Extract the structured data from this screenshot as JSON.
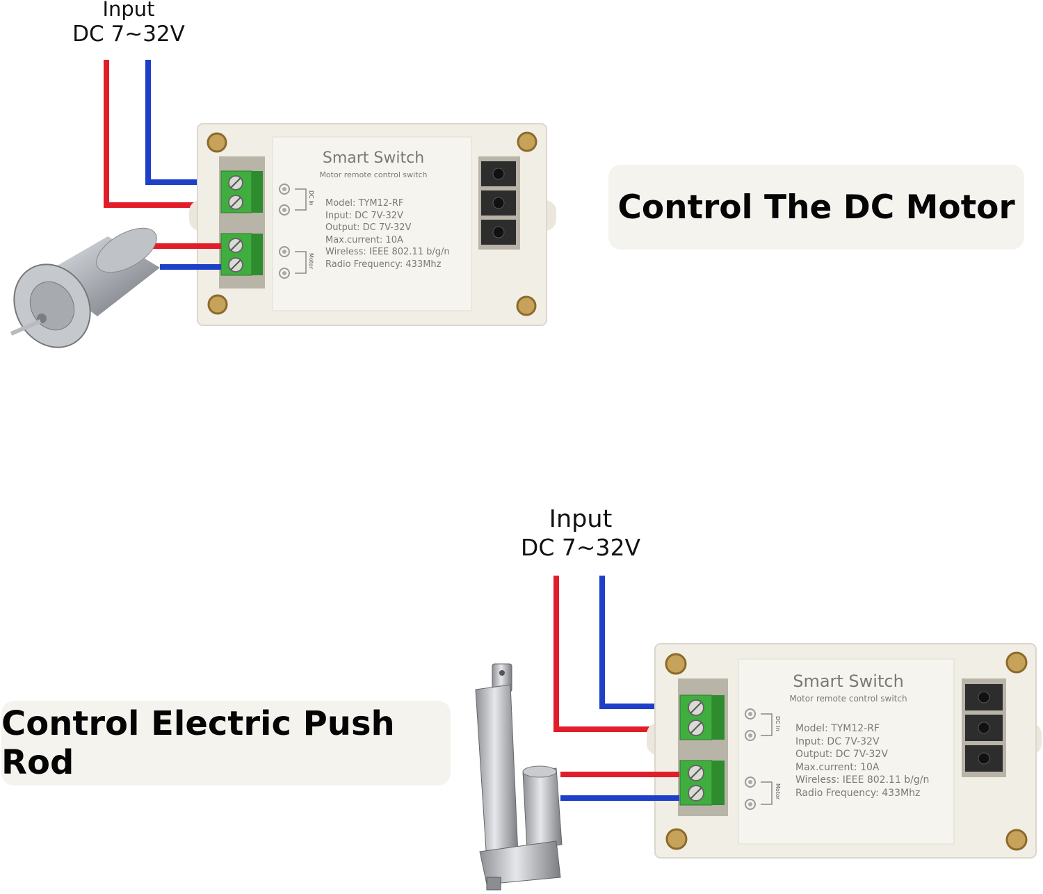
{
  "top": {
    "input_label": "Input",
    "input_voltage": "DC 7~32V",
    "caption": "Control The DC Motor"
  },
  "bottom": {
    "input_label": "Input",
    "input_voltage": "DC 7~32V",
    "caption": "Control Electric Push Rod"
  },
  "module": {
    "title": "Smart Switch",
    "subtitle": "Motor remote control switch",
    "specs": [
      "Model:  TYM12-RF",
      "Input:  DC 7V-32V",
      "Output:  DC 7V-32V",
      "Max.current:  10A",
      "Wireless:  IEEE 802.11 b/g/n",
      "Radio Frequency:  433Mhz"
    ],
    "dc_in_label": "DC In",
    "motor_label": "Motor"
  },
  "colors": {
    "wire_positive": "#e11d2a",
    "wire_negative": "#1e40c8",
    "terminal_green": "#3fae3f",
    "housing": "#f1eee6",
    "caption_bg": "#f5f3ee"
  }
}
